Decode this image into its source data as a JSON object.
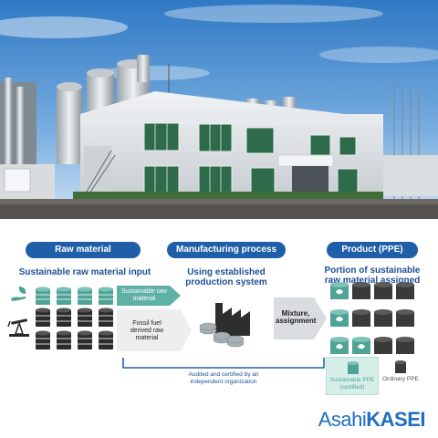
{
  "columns": {
    "raw": {
      "header": "Raw material",
      "subtitle": "Sustainable raw material input",
      "sustainable_arrow": "Sustainable raw material",
      "fossil_box": "Fossil fuel derived raw material"
    },
    "process": {
      "header": "Manufacturing process",
      "subtitle_line1": "Using established",
      "subtitle_line2": "production system",
      "mixture_label": "Mixture, assignment"
    },
    "product": {
      "header": "Product (PPE)",
      "subtitle_line1": "Portion of sustainable",
      "subtitle_line2": "raw material assigned",
      "sustainable_label": "Sustainable PPE (certified)",
      "ordinary_label": "Ordinary PPE"
    }
  },
  "audit_note": "Audited and certified by an independent organization",
  "brand": {
    "part1": "Asahi",
    "part2": "KASEI"
  },
  "colors": {
    "accent": "#1f5fa8",
    "sustainable_drum": "#4ea397",
    "fossil_drum": "#2b2b2b",
    "product_drum": "#3a3a3a",
    "light_teal": "#bfe3dc"
  },
  "icons": [
    "leaf-hand-icon",
    "oil-pump-icon",
    "factory-icon"
  ]
}
